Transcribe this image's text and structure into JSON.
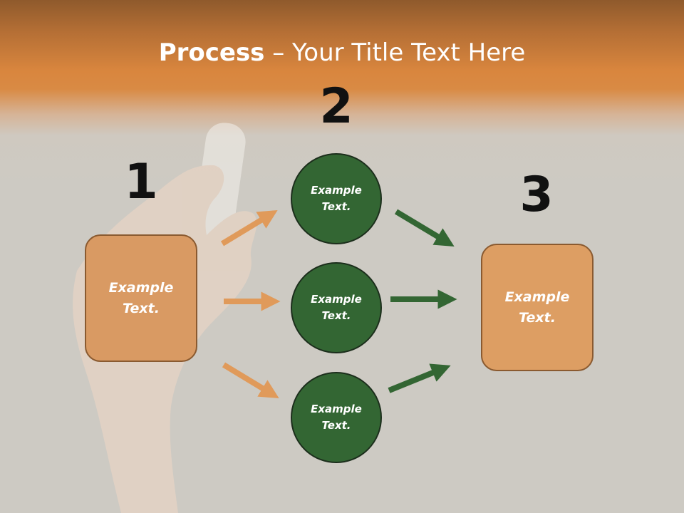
{
  "title": {
    "bold": "Process",
    "rest": " – Your Title Text Here"
  },
  "steps": [
    {
      "number": "1",
      "text": "Example Text."
    },
    {
      "number": "2",
      "items": [
        "Example Text.",
        "Example Text.",
        "Example Text."
      ]
    },
    {
      "number": "3",
      "text": "Example Text."
    }
  ],
  "colors": {
    "box_left": "#d99a63",
    "box_right": "#dd9e63",
    "circle": "#336633",
    "arrow_orange": "#e09a5a",
    "arrow_green": "#336633",
    "banner": "#d9863e"
  }
}
